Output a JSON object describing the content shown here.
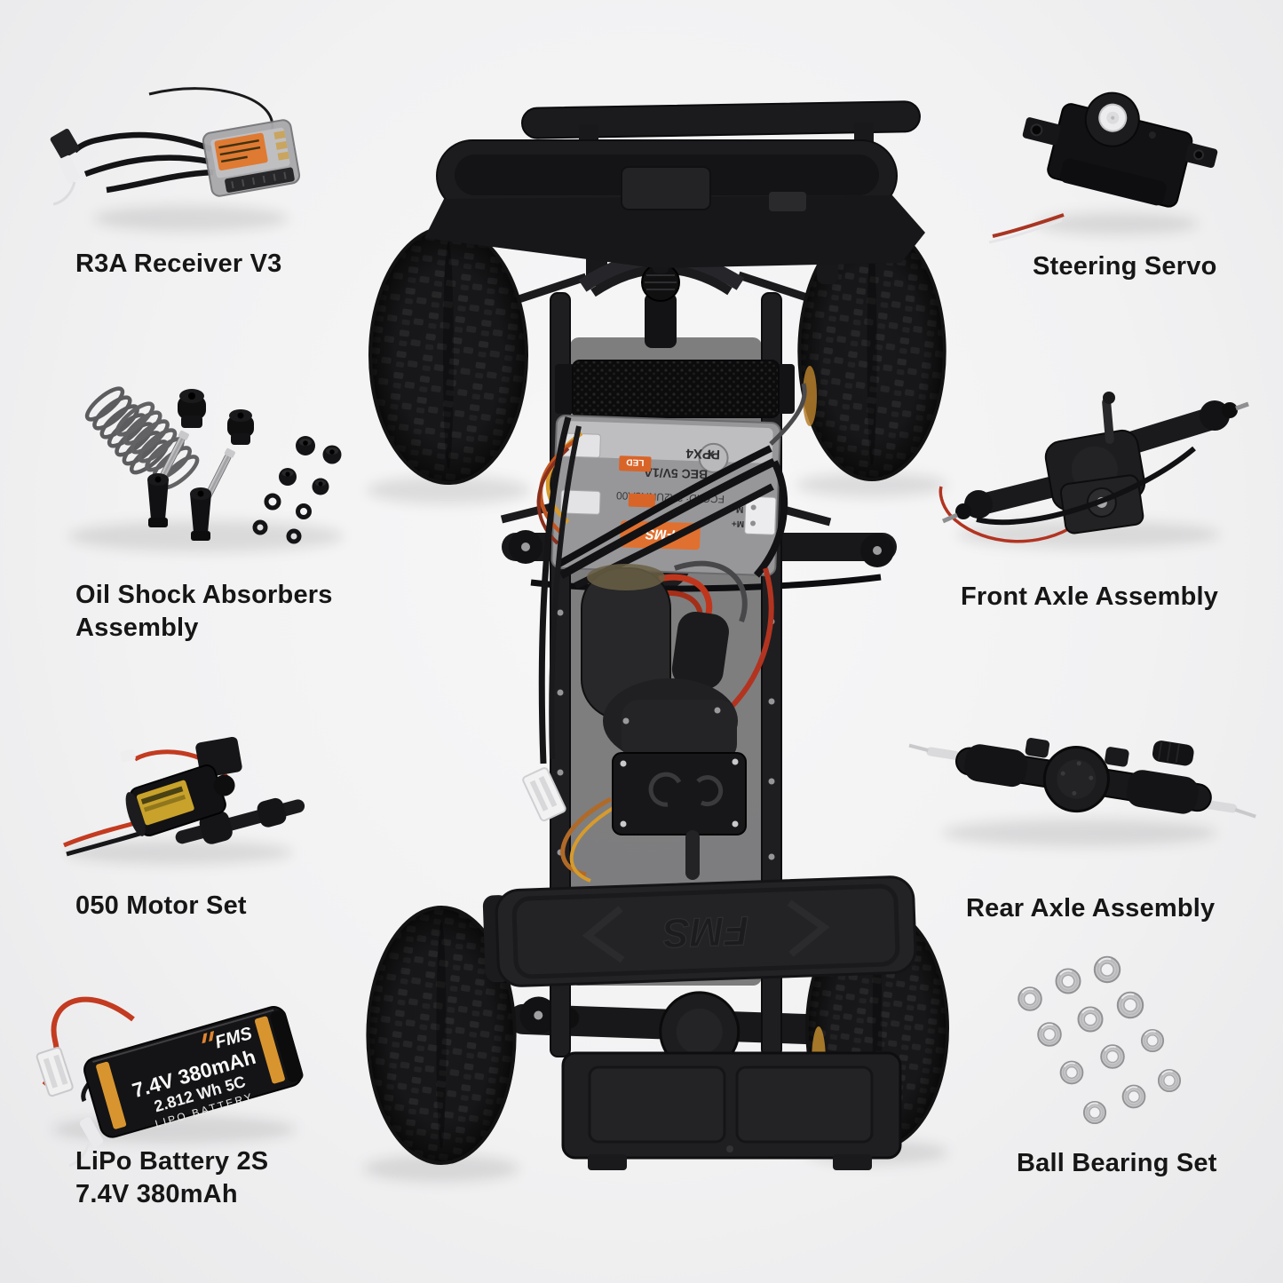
{
  "scene": {
    "description": "Top-down product photo of FMS 1/24 RC crawler chassis with labeled spare parts",
    "background_color": "#f2f2f3",
    "label_text_color": "#161616",
    "accent_orange": "#e0752f"
  },
  "labels": {
    "receiver": "R3A Receiver V3",
    "steering_servo": "Steering Servo",
    "oil_shock_1": "Oil Shock Absorbers",
    "oil_shock_2": "Assembly",
    "front_axle": "Front Axle Assembly",
    "motor_set": "050 Motor Set",
    "rear_axle": "Rear Axle Assembly",
    "battery_1": "LiPo Battery 2S",
    "battery_2": "7.4V 380mAh",
    "bearings": "Ball Bearing Set"
  },
  "chassis_markings": {
    "esc_model": "PPX4",
    "esc_bec": "BEC 5V/1A",
    "esc_fcc": "FCC ID: 2A2UNR3A00",
    "esc_brand": "FMS",
    "esc_led": "LED",
    "esc_m_plus": "M+",
    "esc_m_minus": "M-",
    "skid_brand": "FMS"
  },
  "battery_markings": {
    "brand": "FMS",
    "capacity": "7.4V 380mAh",
    "energy": "2.812 Wh 5C",
    "type": "LIPO BATTERY"
  },
  "ball_bearings": {
    "count": 12
  }
}
